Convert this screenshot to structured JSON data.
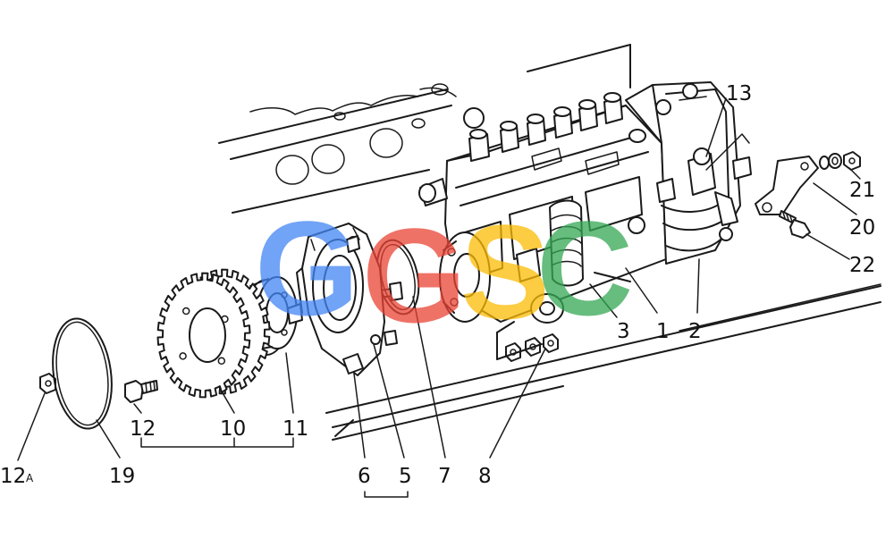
{
  "callouts": {
    "c1": "1",
    "c2": "2",
    "c3": "3",
    "c5": "5",
    "c6": "6",
    "c7": "7",
    "c8": "8",
    "c10": "10",
    "c11": "11",
    "c12": "12",
    "c12a_main": "12",
    "c12a_sub": "A",
    "c13": "13",
    "c19": "19",
    "c20": "20",
    "c21": "21",
    "c22": "22"
  },
  "watermark": {
    "letters": [
      "G",
      "G",
      "S",
      "C"
    ],
    "colors": [
      "#4285F4",
      "#EA4335",
      "#FBBC05",
      "#34A853"
    ]
  },
  "colors": {
    "line": "#1a1a1a",
    "background": "#ffffff"
  }
}
